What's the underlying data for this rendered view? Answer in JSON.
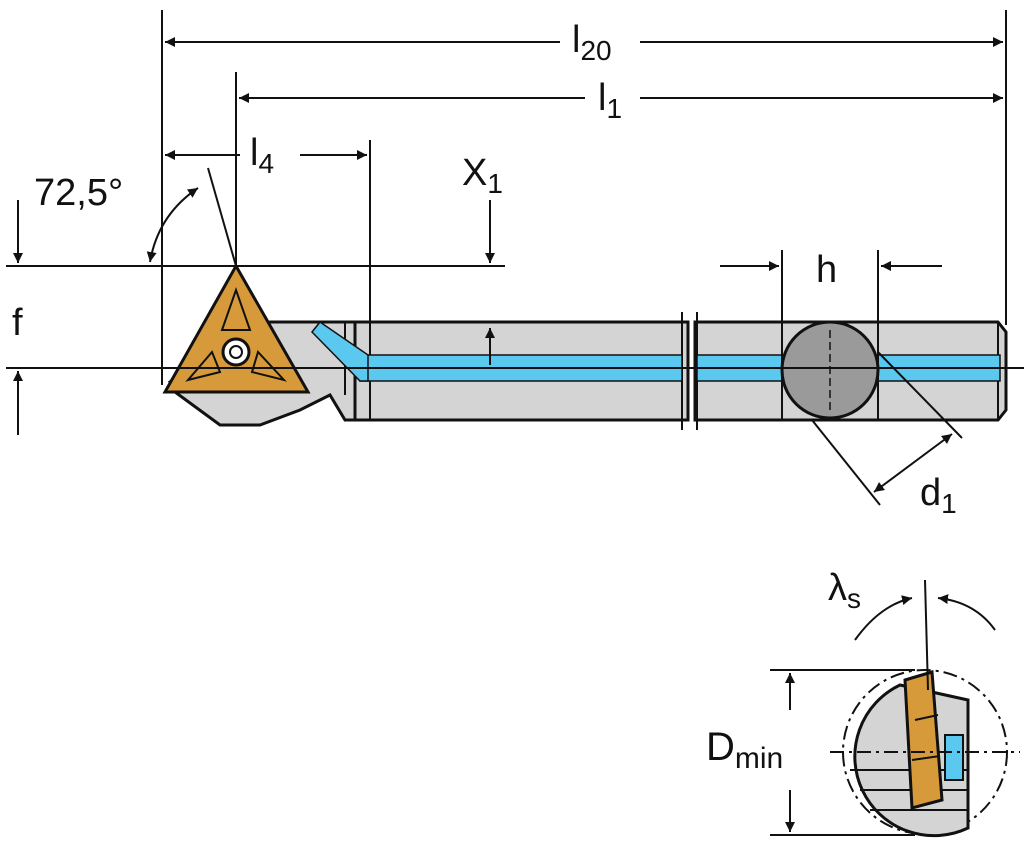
{
  "dimensions": {
    "l20": {
      "main": "l",
      "sub": "20"
    },
    "l1": {
      "main": "l",
      "sub": "1"
    },
    "l4": {
      "main": "l",
      "sub": "4"
    },
    "x1": {
      "main": "X",
      "sub": "1"
    },
    "h": {
      "main": "h"
    },
    "f": {
      "main": "f"
    },
    "d1": {
      "main": "d",
      "sub": "1"
    },
    "angle": {
      "main": "72,5°"
    },
    "lambda_s": {
      "main": "λ",
      "sub": "s"
    },
    "d_min": {
      "main": "D",
      "sub": "min"
    }
  },
  "colors": {
    "line": "#111111",
    "body_fill": "#d4d4d4",
    "coolant": "#5bc8f0",
    "insert": "#d79a3a",
    "section_circle": "#9a9a9a"
  }
}
